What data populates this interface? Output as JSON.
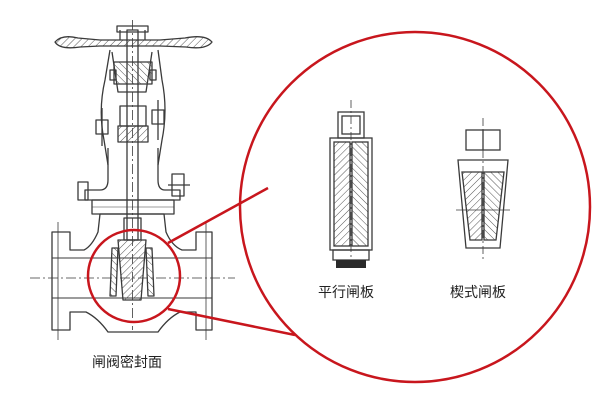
{
  "labels": {
    "main": "闸阀密封面",
    "parallel": "平行闸板",
    "wedge": "楔式闸板"
  },
  "colors": {
    "line": "#3a3a3a",
    "accent": "#c8161d"
  }
}
